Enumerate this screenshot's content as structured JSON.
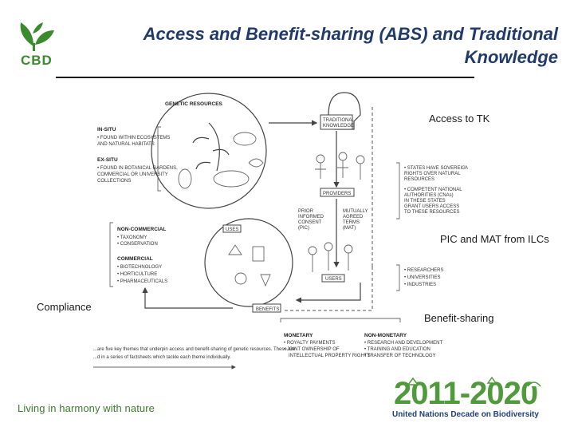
{
  "slide": {
    "title_line1": "Access and Benefit-sharing (ABS) and Traditional",
    "title_line2": "Knowledge",
    "logo_text": "CBD",
    "labels": {
      "access_tk": "Access to TK",
      "pic_mat": "PIC and MAT from ILCs",
      "compliance": "Compliance",
      "benefit_sharing": "Benefit-sharing"
    },
    "footer_tagline": "Living in harmony with nature",
    "decade_caption": "United Nations Decade on Biodiversity",
    "decade_years": "2011-2020"
  },
  "diagram": {
    "genetic_resources": "GENETIC RESOURCES",
    "traditional_knowledge": "TRADITIONAL KNOWLEDGE",
    "in_situ": "IN-SITU",
    "in_situ_text": "• FOUND WITHIN ECOSYSTEMS AND NATURAL HABITATS",
    "ex_situ": "EX-SITU",
    "ex_situ_text": "• FOUND IN BOTANICAL GARDENS, COMMERCIAL OR UNIVERSITY COLLECTIONS",
    "states_text": "• STATES HAVE SOVEREIGN RIGHTS OVER NATURAL RESOURCES",
    "authorities_text": "• COMPETENT NATIONAL AUTHORITIES (CNAs) IN THESE STATES GRANT USERS ACCESS TO THESE RESOURCES",
    "providers": "PROVIDERS",
    "pic": "PRIOR INFORMED CONSENT (PIC)",
    "mat": "MUTUALLY AGREED TERMS (MAT)",
    "uses": "USES",
    "non_commercial": "NON-COMMERCIAL",
    "non_commercial_items": [
      "• TAXONOMY",
      "• CONSERVATION"
    ],
    "commercial": "COMMERCIAL",
    "commercial_items": [
      "• BIOTECHNOLOGY",
      "• HORTICULTURE",
      "• PHARMACEUTICALS"
    ],
    "users": "USERS",
    "users_items": [
      "• RESEARCHERS",
      "• UNIVERSITIES",
      "• INDUSTRIES"
    ],
    "benefits": "BENEFITS",
    "monetary": "MONETARY",
    "monetary_items": [
      "• ROYALTY PAYMENTS",
      "• JOINT OWNERSHIP OF",
      "INTELLECTUAL PROPERTY RIGHTS"
    ],
    "non_monetary": "NON-MONETARY",
    "non_monetary_items": [
      "• RESEARCH AND DEVELOPMENT",
      "• TRAINING AND EDUCATION",
      "• TRANSFER OF TECHNOLOGY"
    ],
    "caption_line1": "...are five key themes that underpin access and benefit-sharing of genetic resources. These are",
    "caption_line2": "...d in a series of factsheets which tackle each theme individually."
  },
  "colors": {
    "title": "#1f3a6b",
    "logo_green": "#3a8a2e",
    "tagline_green": "#3a7d2a",
    "decade_green": "#4f9a3a",
    "decade_blue": "#23407a"
  }
}
